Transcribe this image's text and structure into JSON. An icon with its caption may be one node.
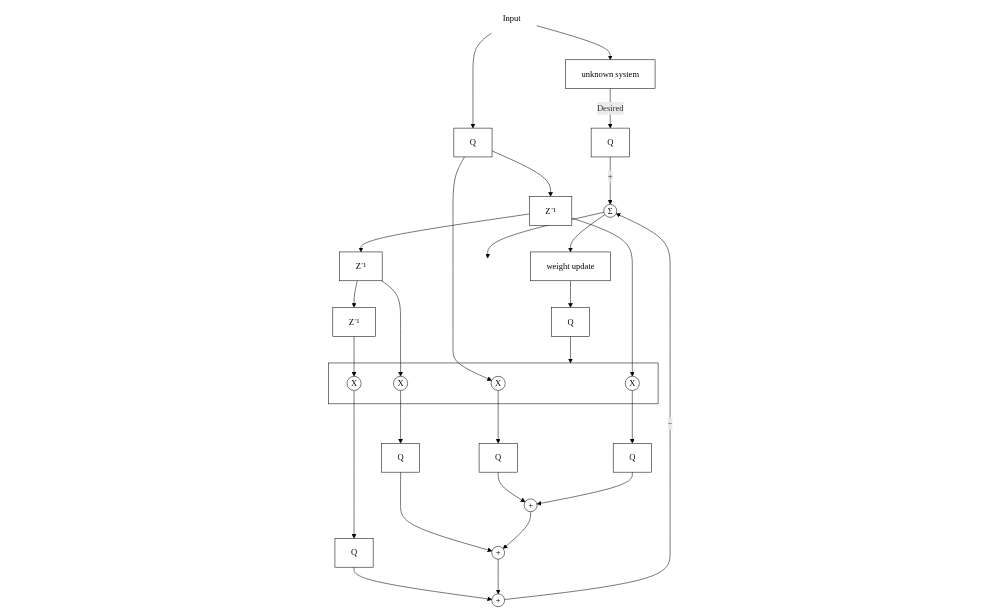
{
  "diagram": {
    "nodes": [
      {
        "text": [
          "Input"
        ]
      },
      {
        "text": [
          "unknown system"
        ]
      },
      {
        "text": [
          "Q"
        ]
      },
      {
        "text": [
          "Q"
        ]
      },
      {
        "text": [
          "Z⁻¹"
        ]
      },
      {
        "text": [
          "Z⁻¹"
        ]
      },
      {
        "text": [
          "Z⁻¹"
        ]
      },
      {
        "text": [],
        "shape": "box"
      },
      {
        "text": [
          "X"
        ],
        "in": 7
      },
      {
        "text": [
          "X"
        ],
        "in": 7
      },
      {
        "text": [
          "X"
        ],
        "in": 7
      },
      {
        "text": [
          "X"
        ],
        "in": 7
      },
      {
        "text": [
          "Q"
        ]
      },
      {
        "text": [
          "Q"
        ]
      },
      {
        "text": [
          "Q"
        ]
      },
      {
        "text": [
          "Q"
        ]
      },
      {
        "text": [
          "+"
        ]
      },
      {
        "text": [
          "+"
        ]
      },
      {
        "text": [
          "+"
        ]
      },
      {
        "text": [
          "Σ"
        ]
      },
      {
        "text": [
          "weight update"
        ]
      },
      {
        "text": [
          "Q"
        ]
      }
    ],
    "edges": [
      {
        "from": 0,
        "to": 1,
        "arrow": "to"
      },
      {
        "from": 0,
        "to": 2,
        "arrow": "to"
      },
      {
        "from": 1,
        "to": 3,
        "label": "Desired",
        "arrow": "to"
      },
      {
        "from": 2,
        "to": 4,
        "arrow": "to"
      },
      {
        "from": 2,
        "to": 8,
        "arrow": "to"
      },
      {
        "from": 4,
        "to": 5,
        "arrow": "to"
      },
      {
        "from": 4,
        "to": 9,
        "arrow": "to"
      },
      {
        "from": 5,
        "to": 6,
        "arrow": "to"
      },
      {
        "from": 5,
        "to": 10,
        "arrow": "to"
      },
      {
        "from": 6,
        "to": 11,
        "arrow": "to"
      },
      {
        "from": 8,
        "to": 12,
        "arrow": "to"
      },
      {
        "from": 9,
        "to": 13,
        "arrow": "to"
      },
      {
        "from": 10,
        "to": 14,
        "arrow": "to"
      },
      {
        "from": 11,
        "to": 15,
        "arrow": "to"
      },
      {
        "from": 12,
        "to": 16,
        "arrow": "to"
      },
      {
        "from": 13,
        "to": 16,
        "arrow": "to"
      },
      {
        "from": 14,
        "to": 17,
        "arrow": "to"
      },
      {
        "from": 15,
        "to": 18,
        "arrow": "to"
      },
      {
        "from": 16,
        "to": 17,
        "arrow": "to"
      },
      {
        "from": 17,
        "to": 18,
        "arrow": "to"
      },
      {
        "from": 18,
        "to": 19,
        "label": "−",
        "arrow": "to"
      },
      {
        "from": 3,
        "to": 19,
        "label": "+",
        "arrow": "to"
      },
      {
        "from": 19,
        "to": 20,
        "arrow": "to"
      },
      {
        "from": 19,
        "to": null,
        "arrow": "to"
      },
      {
        "from": 20,
        "to": 21,
        "arrow": "to"
      },
      {
        "from": 21,
        "to": 7,
        "arrow": "to"
      }
    ]
  }
}
